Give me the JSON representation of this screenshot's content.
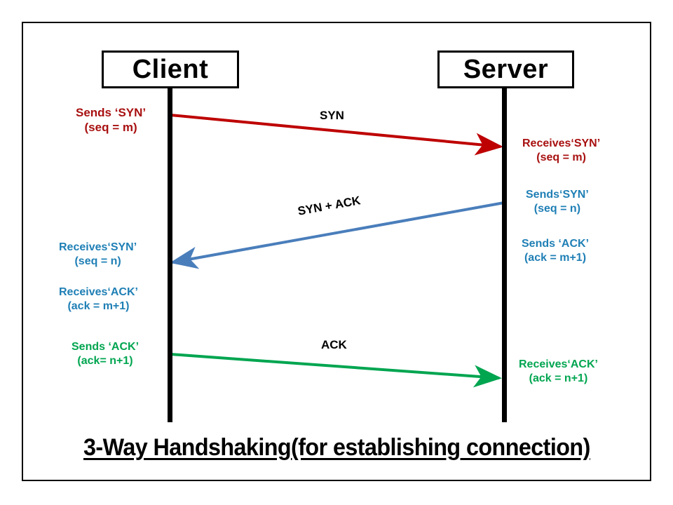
{
  "diagram": {
    "title": "3-Way Handshaking(for establishing connection)",
    "nodes": {
      "client": "Client",
      "server": "Server"
    },
    "colors": {
      "syn": "#A81010",
      "syn_ack": "#4A7EBB",
      "ack": "#00A550",
      "outline": "#000000",
      "background": "#ffffff"
    },
    "messages": [
      {
        "id": "syn",
        "protocol_label": "SYN",
        "direction": "client-to-server",
        "color": "#A81010",
        "source_label_line1": "Sends ‘SYN’",
        "source_label_line2": "(seq = m)",
        "target_label_line1": "Receives‘SYN’",
        "target_label_line2": "(seq = m)"
      },
      {
        "id": "syn-ack",
        "protocol_label": "SYN + ACK",
        "direction": "server-to-client",
        "color": "#4A7EBB",
        "source_label_line1": "Sends‘SYN’",
        "source_label_line2": "(seq = n)",
        "source_label2_line1": "Sends ‘ACK’",
        "source_label2_line2": "(ack = m+1)",
        "target_label_line1": "Receives‘SYN’",
        "target_label_line2": "(seq = n)",
        "target_label2_line1": "Receives‘ACK’",
        "target_label2_line2": "(ack = m+1)"
      },
      {
        "id": "ack",
        "protocol_label": "ACK",
        "direction": "client-to-server",
        "color": "#00A550",
        "source_label_line1": "Sends ‘ACK’",
        "source_label_line2": "(ack= n+1)",
        "target_label_line1": "Receives‘ACK’",
        "target_label_line2": "(ack = n+1)"
      }
    ]
  }
}
